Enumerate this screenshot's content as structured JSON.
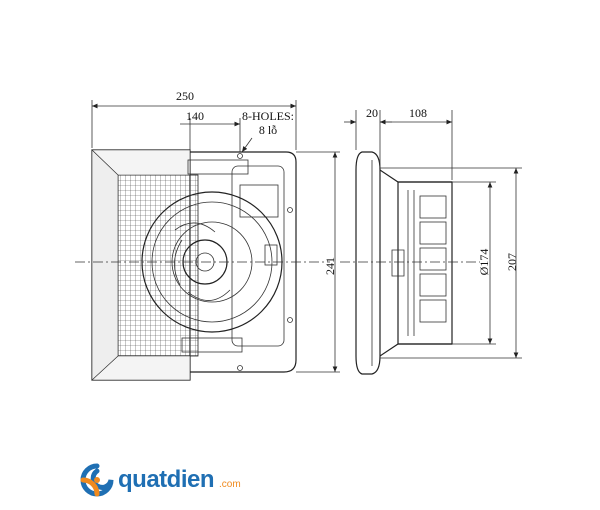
{
  "front_view": {
    "dim_overall_width": "250",
    "dim_hole_offset": "140",
    "dim_height": "241",
    "holes_note_line1": "8-HOLES:",
    "holes_note_line2": "8 lỗ"
  },
  "side_view": {
    "dim_depth_front": "20",
    "dim_depth_body": "108",
    "dim_diameter": "Ø174",
    "dim_body_height": "207"
  },
  "logo": {
    "text": "quatdien",
    "suffix": ".com",
    "icon": "swirl-logo-icon"
  },
  "colors": {
    "logo_blue": "#1f6fb3",
    "logo_orange": "#f08a1e",
    "line": "#222222"
  }
}
